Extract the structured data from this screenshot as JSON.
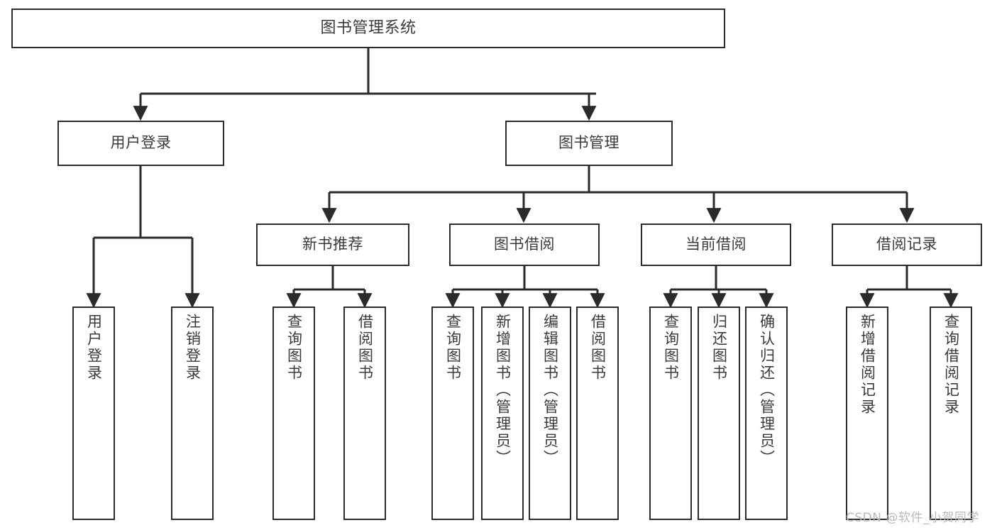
{
  "diagram": {
    "type": "tree",
    "title": "图书管理系统",
    "theme": {
      "background": "#ffffff",
      "node_fill": "#ffffff",
      "node_border": "#2b2b2b",
      "connector": "#2b2b2b",
      "text": "#3a3a3a",
      "watermark": "#b9b9b9"
    },
    "root": {
      "label": "图书管理系统"
    },
    "level2": [
      {
        "label": "用户登录"
      },
      {
        "label": "图书管理"
      }
    ],
    "level3": [
      {
        "label": "新书推荐"
      },
      {
        "label": "图书借阅"
      },
      {
        "label": "当前借阅"
      },
      {
        "label": "借阅记录"
      }
    ],
    "leaves": {
      "user_login": [
        {
          "label": "用户登录"
        },
        {
          "label": "注销登录"
        }
      ],
      "new_book": [
        {
          "label": "查询图书"
        },
        {
          "label": "借阅图书"
        }
      ],
      "book_borrow": [
        {
          "label": "查询图书"
        },
        {
          "label": "新增图书（管理员）"
        },
        {
          "label": "编辑图书（管理员）"
        },
        {
          "label": "借阅图书"
        }
      ],
      "current_borrow": [
        {
          "label": "查询图书"
        },
        {
          "label": "归还图书"
        },
        {
          "label": "确认归还（管理员）"
        }
      ],
      "borrow_record": [
        {
          "label": "新增借阅记录"
        },
        {
          "label": "查询借阅记录"
        }
      ]
    }
  },
  "watermark": {
    "text": "CSDN @软件_小贺同学"
  }
}
